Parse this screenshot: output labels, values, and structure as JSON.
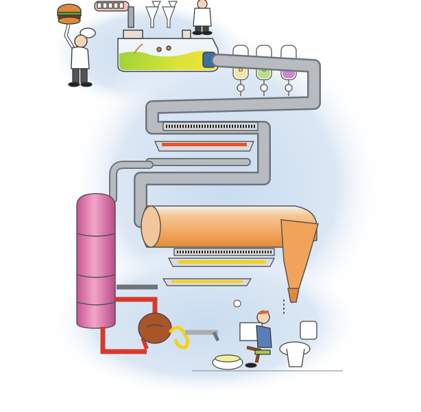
{
  "illustration": {
    "bottle_letters": [
      "B",
      "C",
      "W"
    ],
    "palette": {
      "background_glow": "#cfe0f0",
      "pipe": "#a9adb2",
      "pipe_dark": "#6f747a",
      "pink_tank": "#e57fb0",
      "pink_tank_dark": "#b84d86",
      "orange_tank": "#f2a35a",
      "orange_tank_dark": "#c96d25",
      "brown_vessel": "#a8552a",
      "red_pipe": "#d8392c",
      "yellow_coil": "#f2d21a",
      "green_liquid": "#9fd33a",
      "yellow_liquid": "#f5e23a",
      "heater_glow": "#e8542a"
    }
  }
}
